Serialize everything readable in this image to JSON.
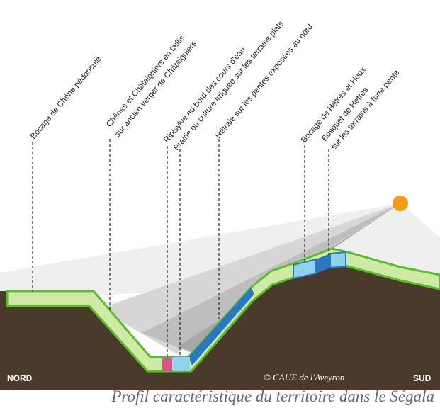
{
  "labels": {
    "bocage_chene": "Bocage de Chêne pédonculé",
    "chenes_chataigniers_1": "Chênes et Châtaigniers en taillis",
    "chenes_chataigniers_2": "sur ancien verger de Châtaigniers",
    "ripisylve_1": "Ripisylve au bord des cours d'eau",
    "ripisylve_2": "Prairie ou culture irriguée sur les terrains plats",
    "hetraie": "Hêtraie sur les pentes exposées au nord",
    "bocage_hetres": "Bocage de Hêtres et Houx",
    "bosquet_1": "Bosquet de Hêtres",
    "bosquet_2": "sur les terrains à forte pente"
  },
  "corners": {
    "north": "NORD",
    "south": "SUD"
  },
  "credit": "© CAUE de l'Aveyron",
  "caption": "Profil caractéristique du territoire dans le Ségala",
  "colors": {
    "earth": "#4a3a2c",
    "grass_light": "#cfe9a6",
    "grass_edge": "#5cbd2a",
    "water_blue": "#2a78c2",
    "light_blue": "#8fd2ec",
    "ripisylve_pink": "#e0508a",
    "sun": "#f79a14",
    "shadow": "#d9d9d9"
  }
}
